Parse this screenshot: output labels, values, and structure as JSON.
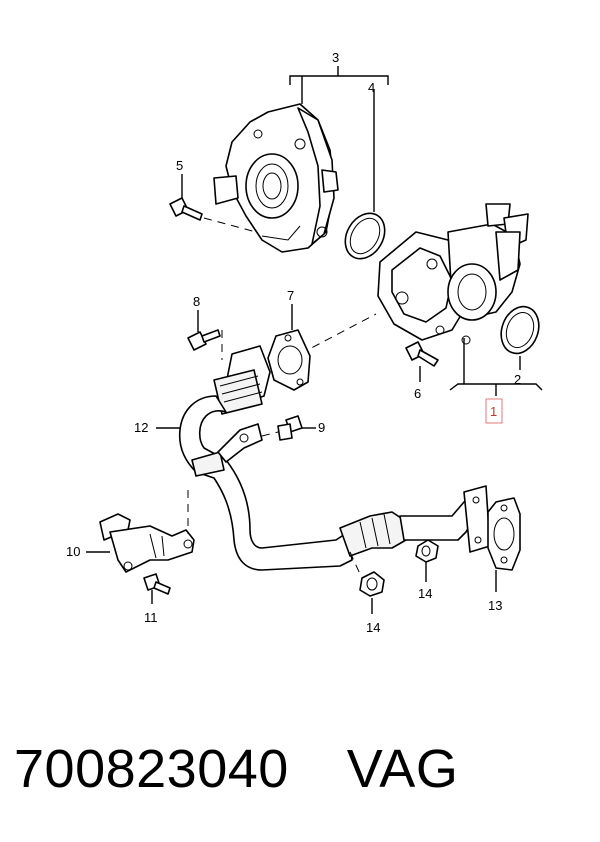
{
  "diagram": {
    "callouts": {
      "c1": "1",
      "c2": "2",
      "c3": "3",
      "c4": "4",
      "c5": "5",
      "c6": "6",
      "c7": "7",
      "c8": "8",
      "c9": "9",
      "c10": "10",
      "c11": "11",
      "c12": "12",
      "c13": "13",
      "c14a": "14",
      "c14b": "14"
    },
    "highlight_color": "#e07a7a"
  },
  "footer": {
    "part_number": "700823040",
    "brand": "VAG"
  }
}
